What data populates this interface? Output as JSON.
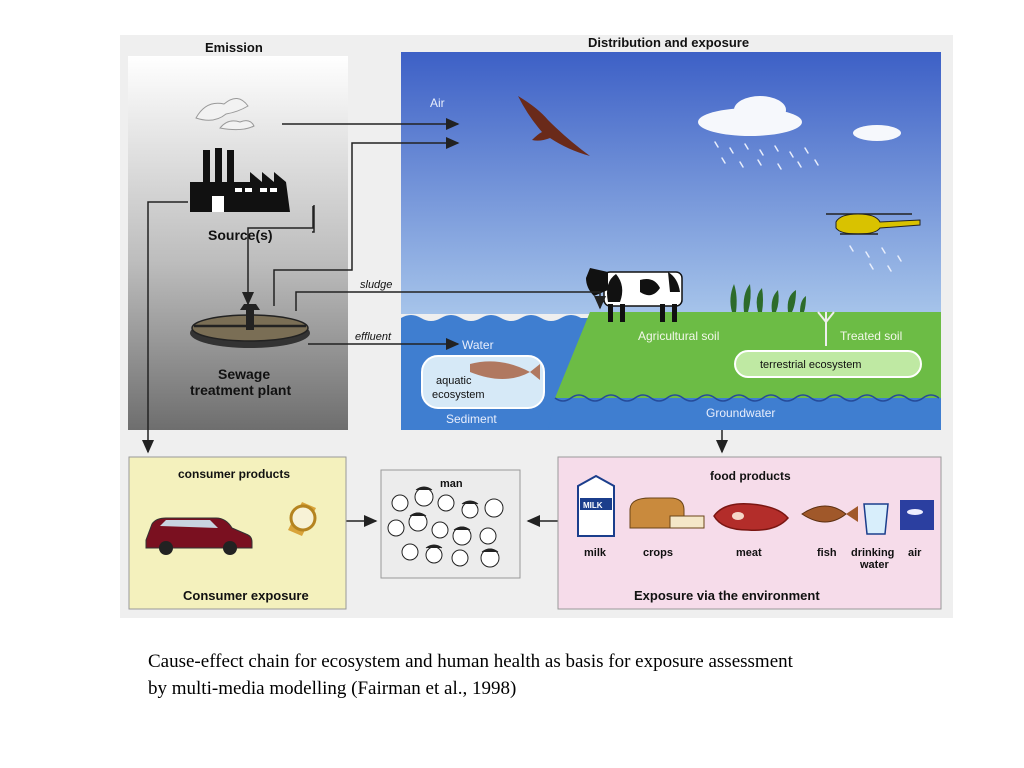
{
  "diagram": {
    "emission": {
      "title": "Emission",
      "source_label": "Source(s)",
      "sewage_label_line1": "Sewage",
      "sewage_label_line2": "treatment plant"
    },
    "distribution": {
      "title": "Distribution and exposure",
      "air_label": "Air",
      "water_label": "Water",
      "sediment_label": "Sediment",
      "aquatic_line1": "aquatic",
      "aquatic_line2": "ecosystem",
      "agri_soil_label": "Agricultural soil",
      "treated_soil_label": "Treated soil",
      "terrestrial_label": "terrestrial ecosystem",
      "groundwater_label": "Groundwater"
    },
    "flows": {
      "sludge_label": "sludge",
      "effluent_label": "effluent"
    },
    "consumer": {
      "products_title": "consumer products",
      "footer": "Consumer exposure"
    },
    "man": {
      "label": "man"
    },
    "environment": {
      "food_title": "food products",
      "footer": "Exposure via the environment",
      "items": [
        "milk",
        "crops",
        "meat",
        "fish",
        "drinking",
        "water",
        "air"
      ],
      "milk_carton_text": "MILK"
    },
    "colors": {
      "sky_top": "#3f63c8",
      "sky_bottom": "#9fbfe8",
      "water": "#3f7ed0",
      "soil": "#6cbc45",
      "consumer_bg": "#f4f1bd",
      "environment_bg": "#f6dcea"
    }
  },
  "caption": {
    "line1": "Cause-effect chain for ecosystem and human health as basis for exposure assessment",
    "line2": "by multi-media modelling (Fairman et al., 1998)"
  }
}
